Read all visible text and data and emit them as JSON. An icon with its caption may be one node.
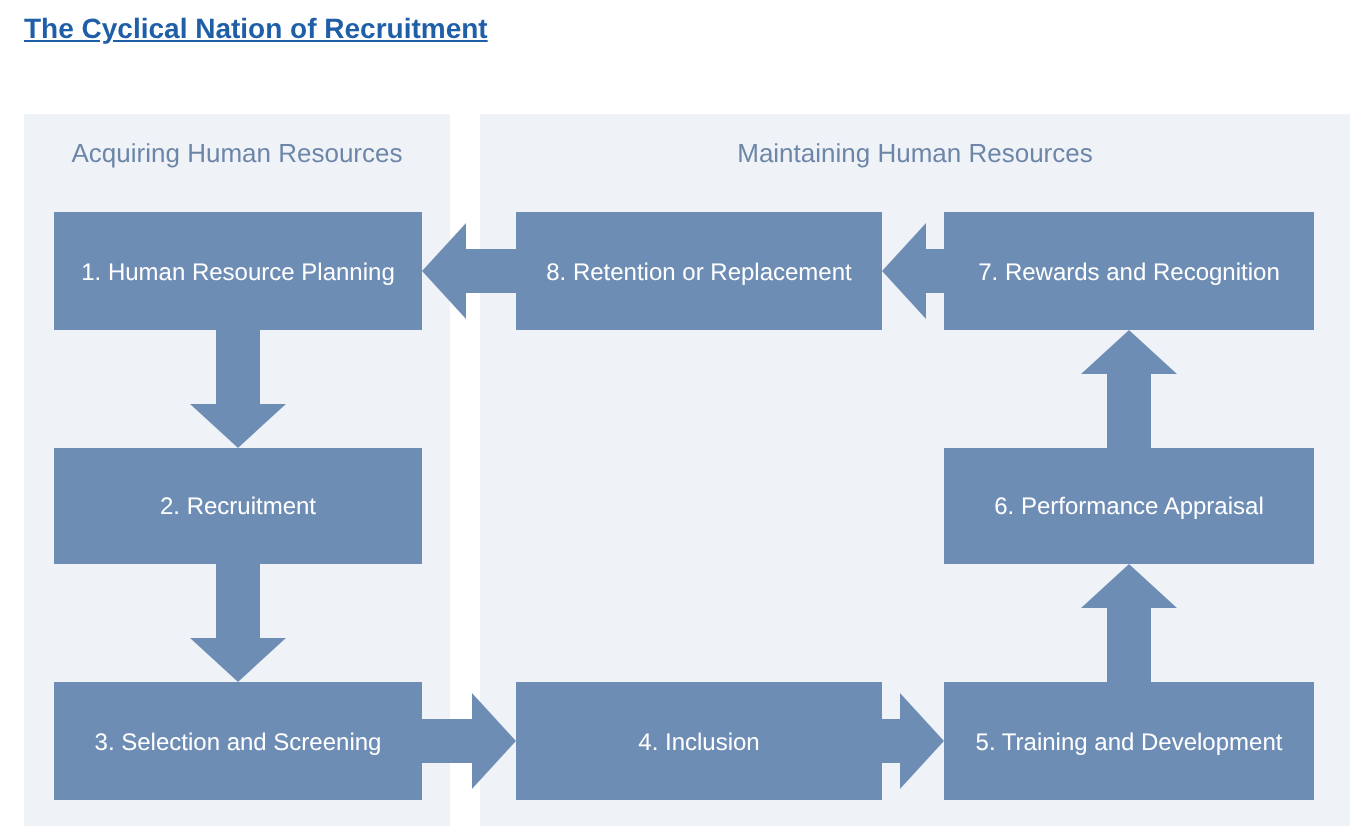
{
  "diagram": {
    "title": "The Cyclical Nation of Recruitment",
    "nodes": [
      {
        "text": [
          "Acquiring Human Resources"
        ]
      },
      {
        "text": [
          "1. Human Resource Planning"
        ],
        "in": 0
      },
      {
        "text": [
          "2. Recruitment"
        ],
        "in": 0
      },
      {
        "text": [
          "3. Selection and Screening"
        ],
        "in": 0
      },
      {
        "text": [
          "Maintaining Human Resources"
        ]
      },
      {
        "text": [
          "8. Retention or Replacement"
        ],
        "in": 4
      },
      {
        "text": [
          "7. Rewards and Recognition"
        ],
        "in": 4
      },
      {
        "text": [
          "6. Performance Appraisal"
        ],
        "in": 4
      },
      {
        "text": [
          "4. Inclusion"
        ],
        "in": 4
      },
      {
        "text": [
          "5. Training and Development"
        ],
        "in": 4
      }
    ],
    "edges": [
      {
        "from": 1,
        "to": 2,
        "arrow": "to"
      },
      {
        "from": 2,
        "to": 3,
        "arrow": "to"
      },
      {
        "from": 3,
        "to": 8,
        "arrow": "to"
      },
      {
        "from": 8,
        "to": 9,
        "arrow": "to"
      },
      {
        "from": 9,
        "to": 7,
        "arrow": "to"
      },
      {
        "from": 7,
        "to": 6,
        "arrow": "to"
      },
      {
        "from": 6,
        "to": 5,
        "arrow": "to"
      },
      {
        "from": 5,
        "to": 1,
        "arrow": "to"
      }
    ]
  }
}
